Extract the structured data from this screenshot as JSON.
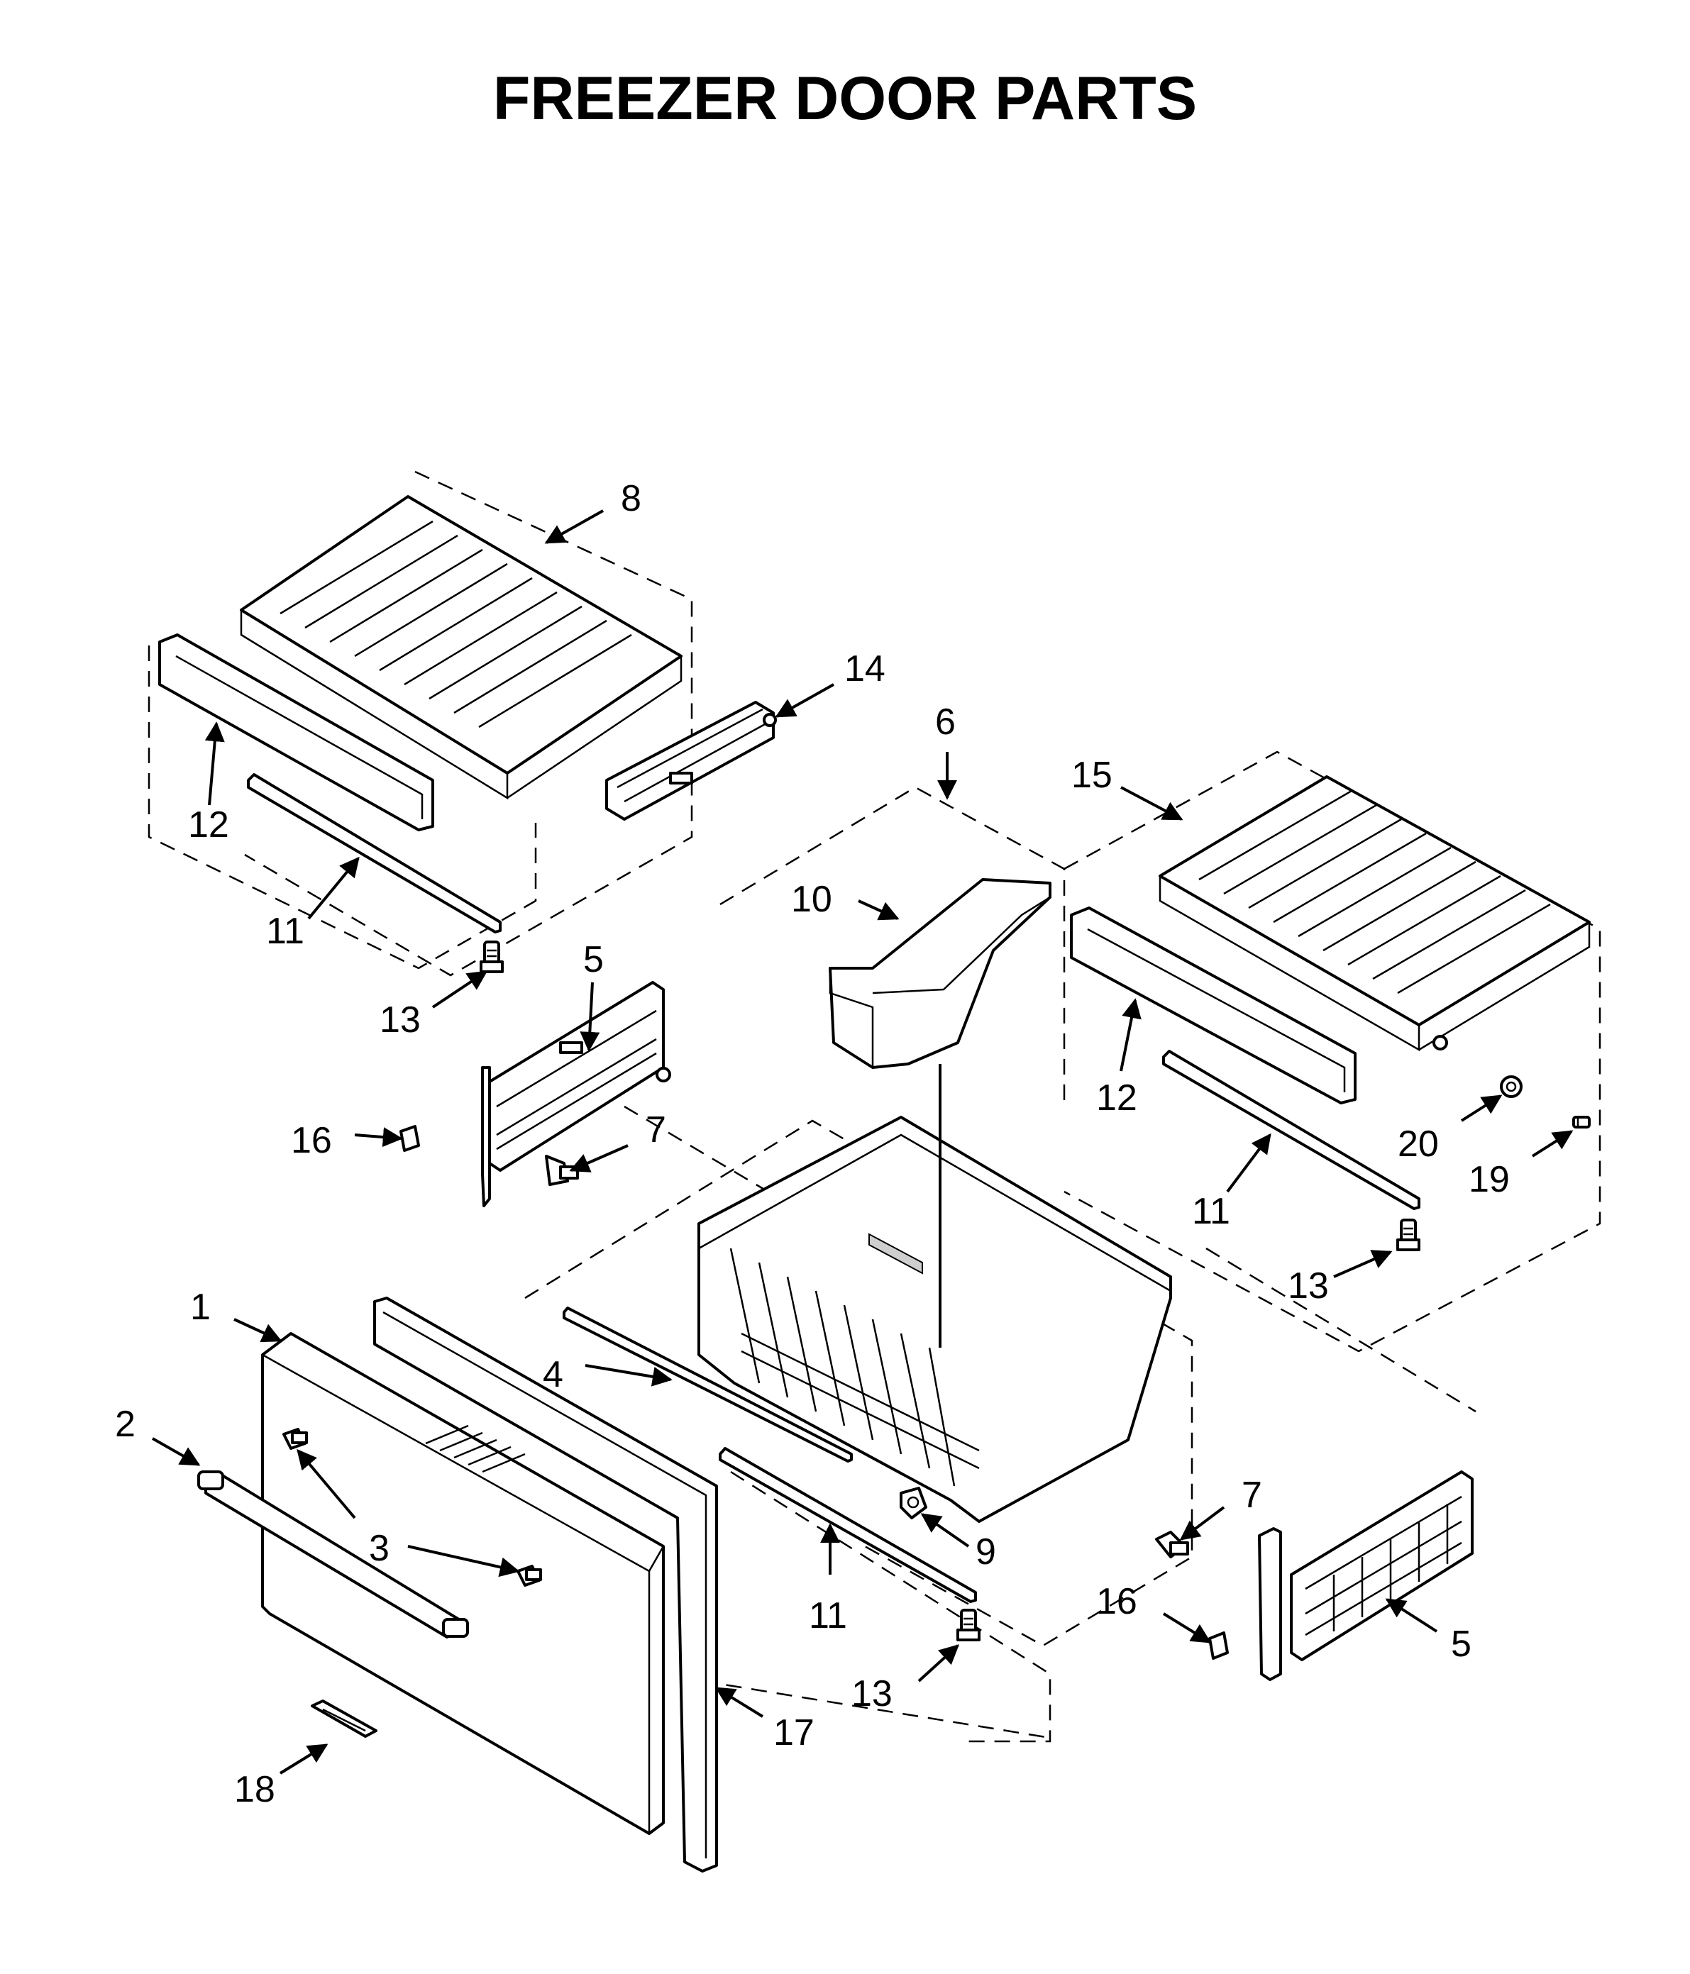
{
  "title": "FREEZER DOOR PARTS",
  "callouts": {
    "c1": "1",
    "c2": "2",
    "c3a": "3",
    "c4": "4",
    "c5a": "5",
    "c5b": "5",
    "c6": "6",
    "c7a": "7",
    "c7b": "7",
    "c8": "8",
    "c9": "9",
    "c10": "10",
    "c11a": "11",
    "c11b": "11",
    "c11c": "11",
    "c12a": "12",
    "c12b": "12",
    "c13a": "13",
    "c13b": "13",
    "c13c": "13",
    "c14": "14",
    "c15": "15",
    "c16a": "16",
    "c16b": "16",
    "c17": "17",
    "c18": "18",
    "c19": "19",
    "c20": "20"
  }
}
